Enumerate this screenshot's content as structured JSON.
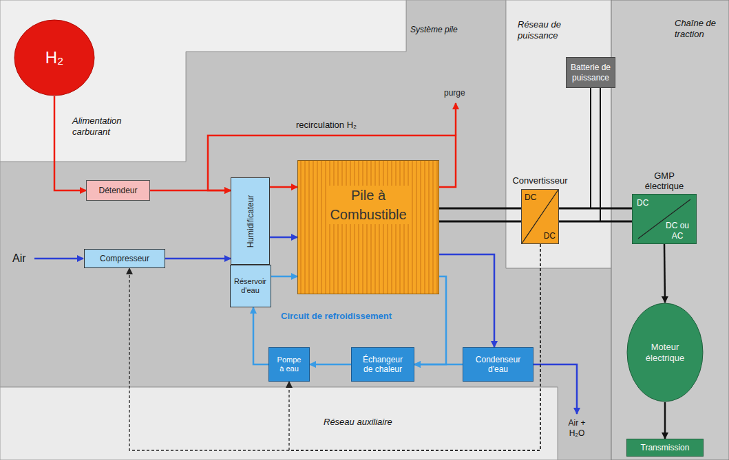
{
  "diagram": {
    "nodes": [
      {
        "text": [
          "Alimentation carburant"
        ]
      },
      {
        "text": [
          "Système pile"
        ]
      },
      {
        "text": [
          "Réseau de puissance"
        ]
      },
      {
        "text": [
          "Chaîne de traction"
        ]
      },
      {
        "text": [
          "Réseau auxiliaire"
        ]
      },
      {
        "text": [
          "H₂"
        ],
        "in": 0
      },
      {
        "text": [
          "Détendeur"
        ],
        "in": 1
      },
      {
        "text": [
          "Compresseur"
        ],
        "in": 1
      },
      {
        "text": [
          "Humidificateur"
        ],
        "in": 1
      },
      {
        "text": [
          "Réservoir d'eau"
        ],
        "in": 1
      },
      {
        "text": [
          "Pile à Combustible"
        ],
        "in": 1
      },
      {
        "text": [
          "Pompe à eau"
        ],
        "in": 1
      },
      {
        "text": [
          "Échangeur de chaleur"
        ],
        "in": 1
      },
      {
        "text": [
          "Condenseur d'eau"
        ],
        "in": 1
      },
      {
        "text": [
          "Batterie de puissance"
        ],
        "in": 2
      },
      {
        "text": [
          "Convertisseur",
          "DC",
          "DC"
        ],
        "in": 2
      },
      {
        "text": [
          "GMP électrique",
          "DC",
          "DC ou AC"
        ],
        "in": 3
      },
      {
        "text": [
          "Moteur électrique"
        ],
        "in": 3
      },
      {
        "text": [
          "Transmission"
        ],
        "in": 3
      }
    ],
    "edges": [
      {
        "from": 5,
        "to": 6,
        "arrow": "to"
      },
      {
        "from": 6,
        "to": 8,
        "arrow": "to"
      },
      {
        "from": 10,
        "to": 8,
        "arrow": "to",
        "label": "recirculation H₂"
      },
      {
        "from": 8,
        "to": 10,
        "arrow": "to"
      },
      {
        "from": 8,
        "to": 10,
        "arrow": "to"
      },
      {
        "from": 7,
        "to": 8,
        "arrow": "to"
      },
      {
        "from": 9,
        "to": 10,
        "arrow": "to"
      },
      {
        "from": 10,
        "to": 13,
        "arrow": "to"
      },
      {
        "from": 10,
        "to": 12,
        "arrow": "to"
      },
      {
        "from": 13,
        "to": 12,
        "arrow": "to"
      },
      {
        "from": 12,
        "to": 11,
        "arrow": "to"
      },
      {
        "from": 11,
        "to": 9,
        "arrow": "to"
      },
      {
        "from": 10,
        "to": 15,
        "arrow": "none"
      },
      {
        "from": 10,
        "to": 15,
        "arrow": "none"
      },
      {
        "from": 15,
        "to": 16,
        "arrow": "none"
      },
      {
        "from": 15,
        "to": 16,
        "arrow": "none"
      },
      {
        "from": 14,
        "to": 16,
        "arrow": "none"
      },
      {
        "from": 14,
        "to": 16,
        "arrow": "none"
      },
      {
        "from": 16,
        "to": 17,
        "arrow": "to"
      },
      {
        "from": 17,
        "to": 18,
        "arrow": "to"
      },
      {
        "from": 15,
        "to": 7,
        "arrow": "to"
      },
      {
        "from": 15,
        "to": 11,
        "arrow": "to"
      }
    ],
    "labels": [
      "purge",
      "Air",
      "Circuit de refroidissement",
      "Air + H₂O"
    ]
  }
}
